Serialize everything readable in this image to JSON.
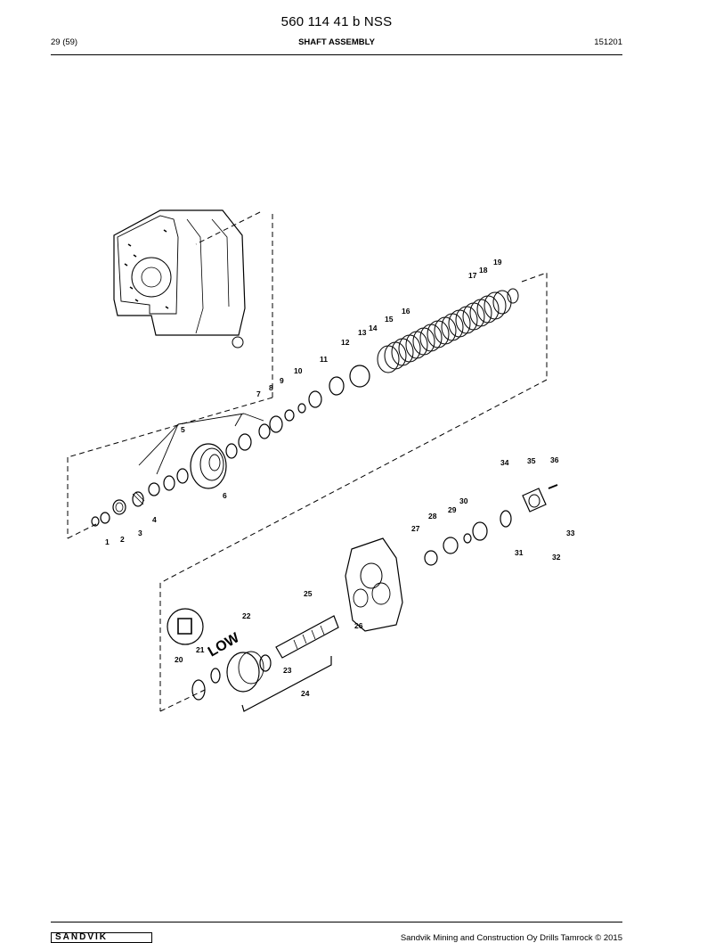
{
  "header": {
    "document_number": "560 114 41 b NSS",
    "page": "29 (59)",
    "section_title": "SHAFT ASSEMBLY",
    "code": "151201"
  },
  "diagram": {
    "part_numbers": [
      "1",
      "2",
      "3",
      "4",
      "5",
      "6",
      "7",
      "8",
      "9",
      "10",
      "11",
      "12",
      "13",
      "14",
      "15",
      "16",
      "17",
      "18",
      "19",
      "20",
      "21",
      "22",
      "23",
      "24",
      "25",
      "26",
      "27",
      "28",
      "29",
      "30",
      "31",
      "32",
      "33",
      "34",
      "35",
      "36"
    ],
    "range_marking": "LOW"
  },
  "footer": {
    "logo_text": "SANDVIK",
    "copyright": "Sandvik Mining and Construction Oy Drills Tamrock © 2015"
  }
}
